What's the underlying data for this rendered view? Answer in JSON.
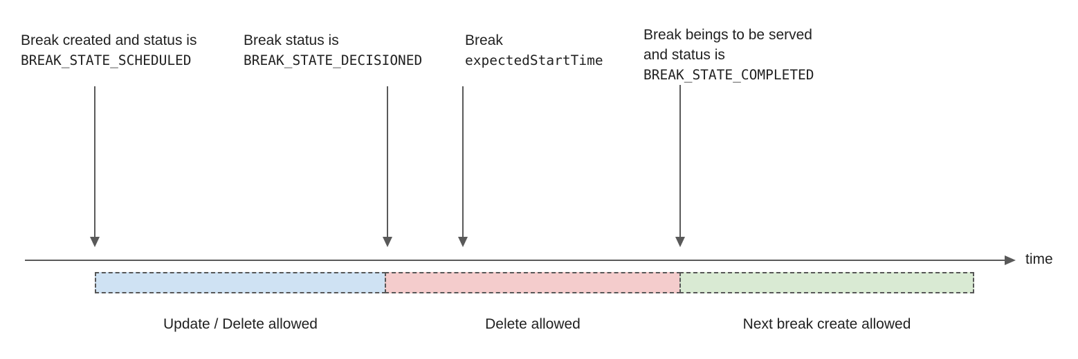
{
  "annotations": [
    {
      "line1": "Break created and status is",
      "code": "BREAK_STATE_SCHEDULED"
    },
    {
      "line1": "Break status is",
      "code": "BREAK_STATE_DECISIONED"
    },
    {
      "line1": "Break",
      "code": "expectedStartTime"
    },
    {
      "line1": "Break beings to be served",
      "line2": "and status is",
      "code": "BREAK_STATE_COMPLETED"
    }
  ],
  "timeline": {
    "axis_label": "time",
    "line_color": "#595959"
  },
  "segments": [
    {
      "label": "Update / Delete allowed",
      "color": "#cfe2f3"
    },
    {
      "label": "Delete allowed",
      "color": "#f4cccc"
    },
    {
      "label": "Next break create allowed",
      "color": "#d9ead3"
    }
  ],
  "style": {
    "text_color": "#212121",
    "dash_border_color": "#565656"
  }
}
